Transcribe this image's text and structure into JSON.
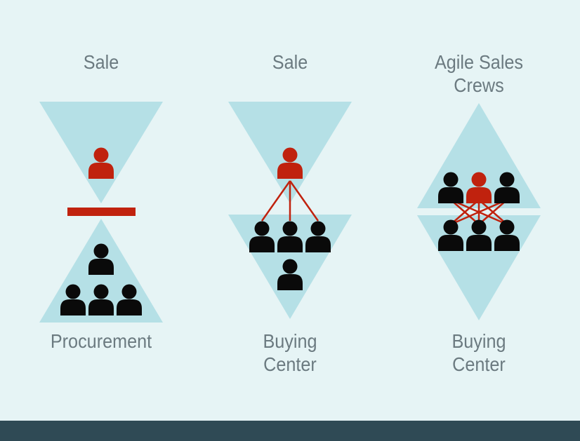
{
  "colors": {
    "background": "#e6f4f5",
    "triangle": "#b5e0e6",
    "person_highlight": "#c0220e",
    "person_default": "#0a0a0a",
    "connector": "#c0220e",
    "label_text": "#6b7a80",
    "footer_bar": "#2f4a55"
  },
  "icons": {
    "person": "person-icon"
  },
  "panels": [
    {
      "top_label": [
        "Sale"
      ],
      "bottom_label": [
        "Procurement"
      ]
    },
    {
      "top_label": [
        "Sale"
      ],
      "bottom_label": [
        "Buying",
        "Center"
      ]
    },
    {
      "top_label": [
        "Agile Sales",
        "Crews"
      ],
      "bottom_label": [
        "Buying",
        "Center"
      ]
    }
  ]
}
